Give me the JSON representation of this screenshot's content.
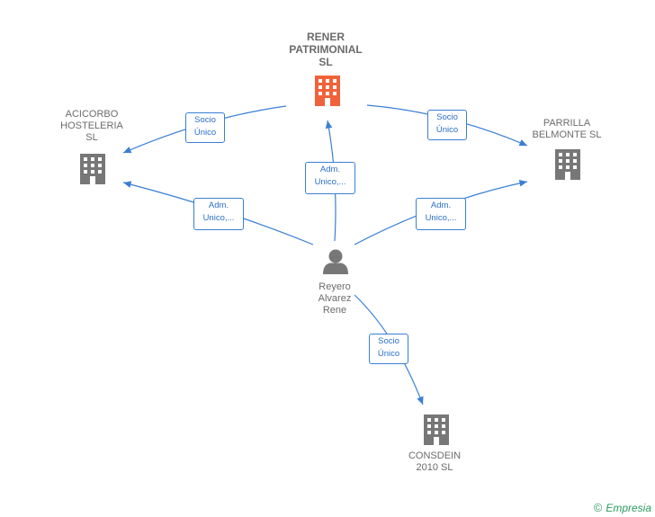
{
  "colors": {
    "edge": "#3a7fd5",
    "building_main": "#f0633a",
    "building_other": "#777777",
    "person": "#777777"
  },
  "nodes": {
    "rener": {
      "label": "RENER\nPATRIMONIAL\nSL",
      "icon": "building-icon"
    },
    "acicorbo": {
      "label": "ACICORBO\nHOSTELERIA\nSL",
      "icon": "building-icon"
    },
    "parrilla": {
      "label": "PARRILLA\nBELMONTE  SL",
      "icon": "building-icon"
    },
    "reyero": {
      "label": "Reyero\nAlvarez\nRene",
      "icon": "person-icon"
    },
    "consdein": {
      "label": "CONSDEIN\n2010 SL",
      "icon": "building-icon"
    }
  },
  "edges": {
    "rener_acicorbo": "Socio\nÚnico",
    "rener_parrilla": "Socio\nÚnico",
    "reyero_rener": "Adm.\nUnico,...",
    "reyero_acicorbo": "Adm.\nUnico,...",
    "reyero_parrilla": "Adm.\nUnico,...",
    "reyero_consdein": "Socio\nÚnico"
  },
  "brand": {
    "copyright": "©",
    "name": "Empresia"
  }
}
